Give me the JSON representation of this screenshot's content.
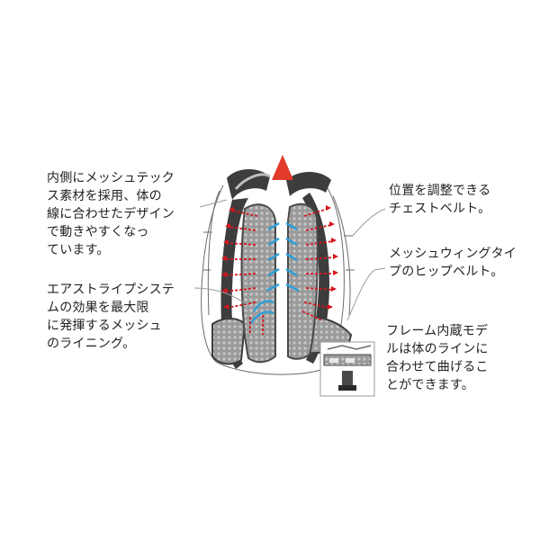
{
  "callouts": {
    "mesh_tex": "内側にメッシュテック\nス素材を採用、体の\n線に合わせたデザイン\nで動きやすくなっ\nています。",
    "air_stripe": "エアストライプシステ\nムの効果を最大限\nに発揮するメッシュ\nのライニング。",
    "chest_belt": "位置を調整できる\nチェストベルト。",
    "hip_belt": "メッシュウィングタイ\nプのヒップベルト。",
    "frame": "フレーム内蔵モデ\nルは体のラインに\n合わせて曲げるこ\nとができます。"
  },
  "colors": {
    "airflow_blue": "#2e9fd8",
    "airflow_red": "#d8141e",
    "pad_gray": "#8f8f8f",
    "strap_dark": "#3d3d3d",
    "leader_line": "#9a9a9a"
  }
}
